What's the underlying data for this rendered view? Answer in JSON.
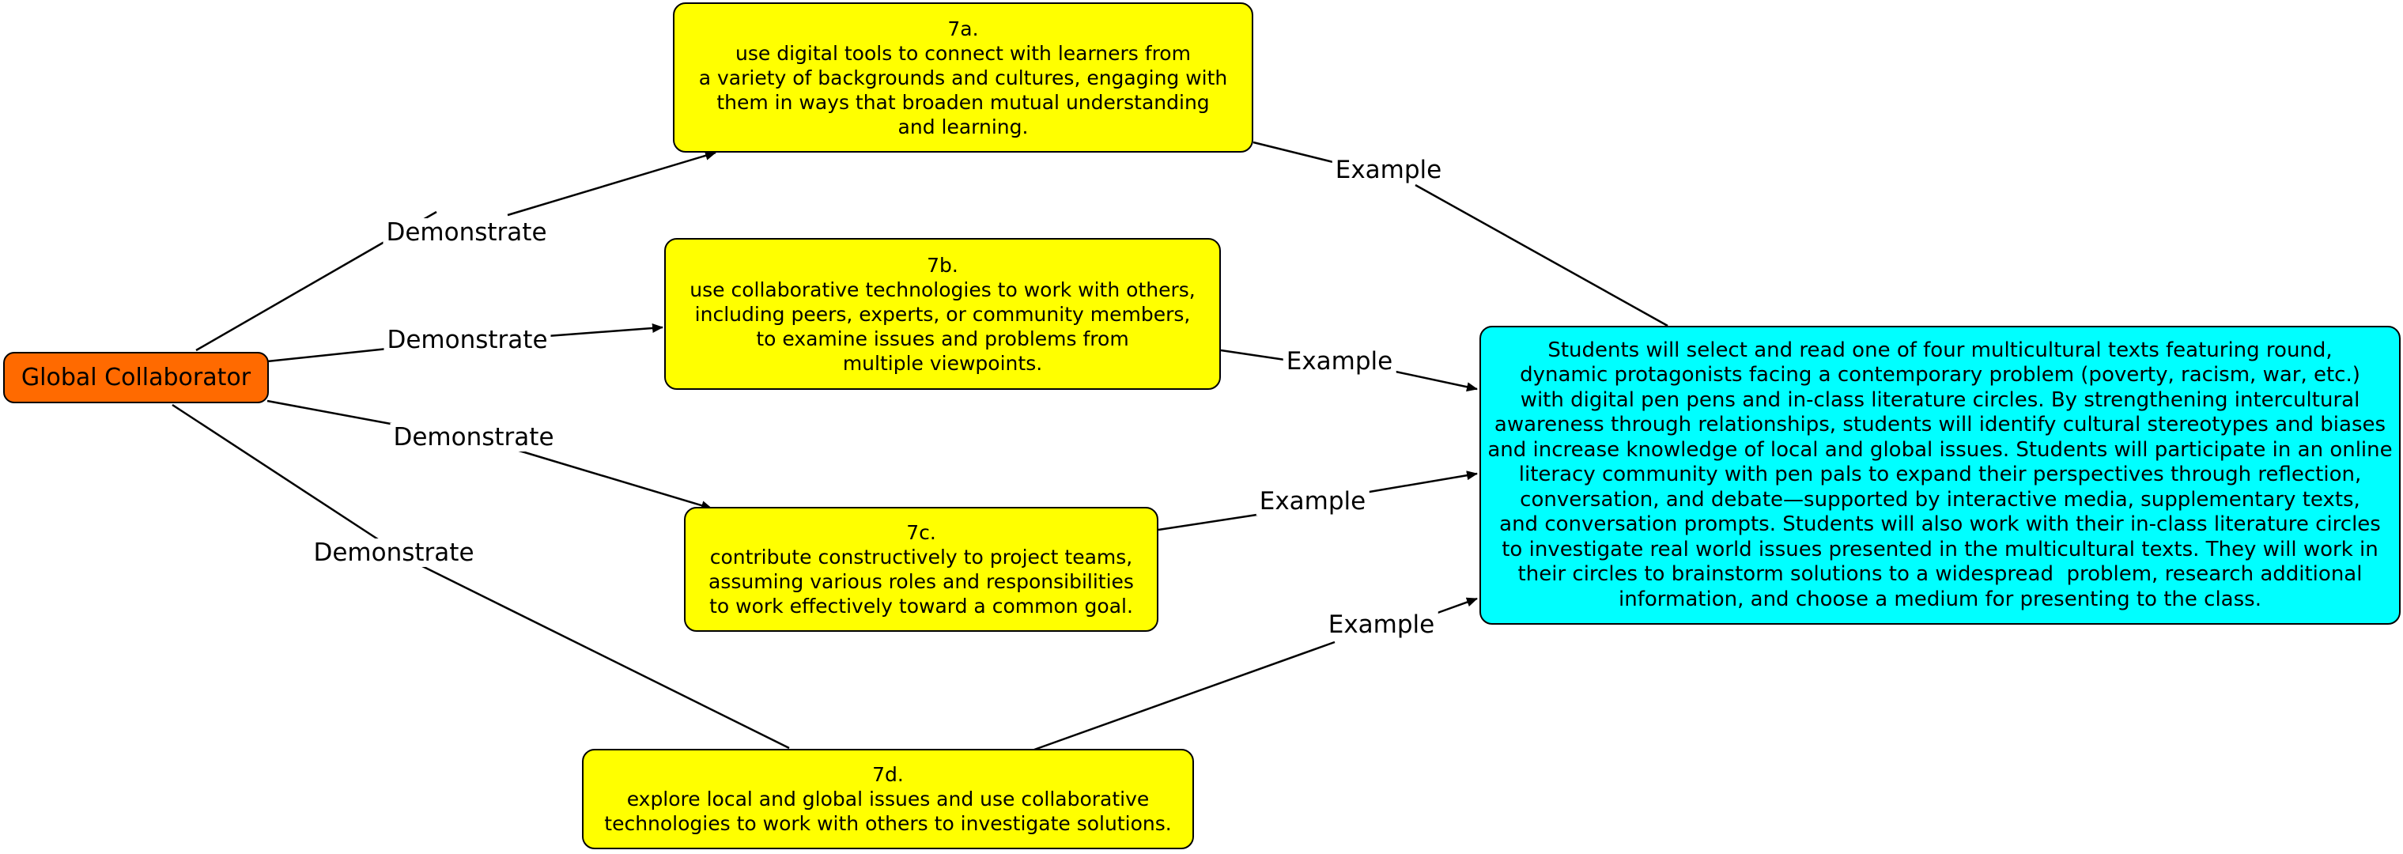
{
  "root": {
    "label": "Global Collaborator"
  },
  "standards": [
    {
      "id": "7a",
      "lines": [
        "7a.",
        "use digital tools to connect with learners from",
        "a variety of backgrounds and cultures, engaging with",
        "them in ways that broaden mutual understanding",
        "and learning."
      ]
    },
    {
      "id": "7b",
      "lines": [
        "7b.",
        "use collaborative technologies to work with others,",
        "including peers, experts, or community members,",
        "to examine issues and problems from",
        "multiple viewpoints."
      ]
    },
    {
      "id": "7c",
      "lines": [
        "7c.",
        "contribute constructively to project teams,",
        "assuming various roles and responsibilities",
        "to work effectively toward a common goal."
      ]
    },
    {
      "id": "7d",
      "lines": [
        "7d.",
        "explore local and global issues and use collaborative",
        "technologies to work with others to investigate solutions."
      ]
    }
  ],
  "example_box": {
    "lines": [
      "Students will select and read one of four multicultural texts featuring round,",
      "dynamic protagonists facing a contemporary problem (poverty, racism, war, etc.)",
      "with digital pen pens and in-class literature circles. By strengthening intercultural",
      "awareness through relationships, students will identify cultural stereotypes and biases",
      "and increase knowledge of local and global issues. Students will participate in an online",
      "literacy community with pen pals to expand their perspectives through reflection,",
      "conversation, and debate—supported by interactive media, supplementary texts,",
      "and conversation prompts. Students will also work with their in-class literature circles",
      "to investigate real world issues presented in the multicultural texts. They will work in",
      "their circles to brainstorm solutions to a widespread  problem, research additional",
      "information, and choose a medium for presenting to the class."
    ]
  },
  "link_labels": {
    "demonstrate": "Demonstrate",
    "example": "Example"
  },
  "colors": {
    "root": "#ff6a00",
    "standard": "#ffff00",
    "example": "#00ffff",
    "line": "#000000"
  }
}
